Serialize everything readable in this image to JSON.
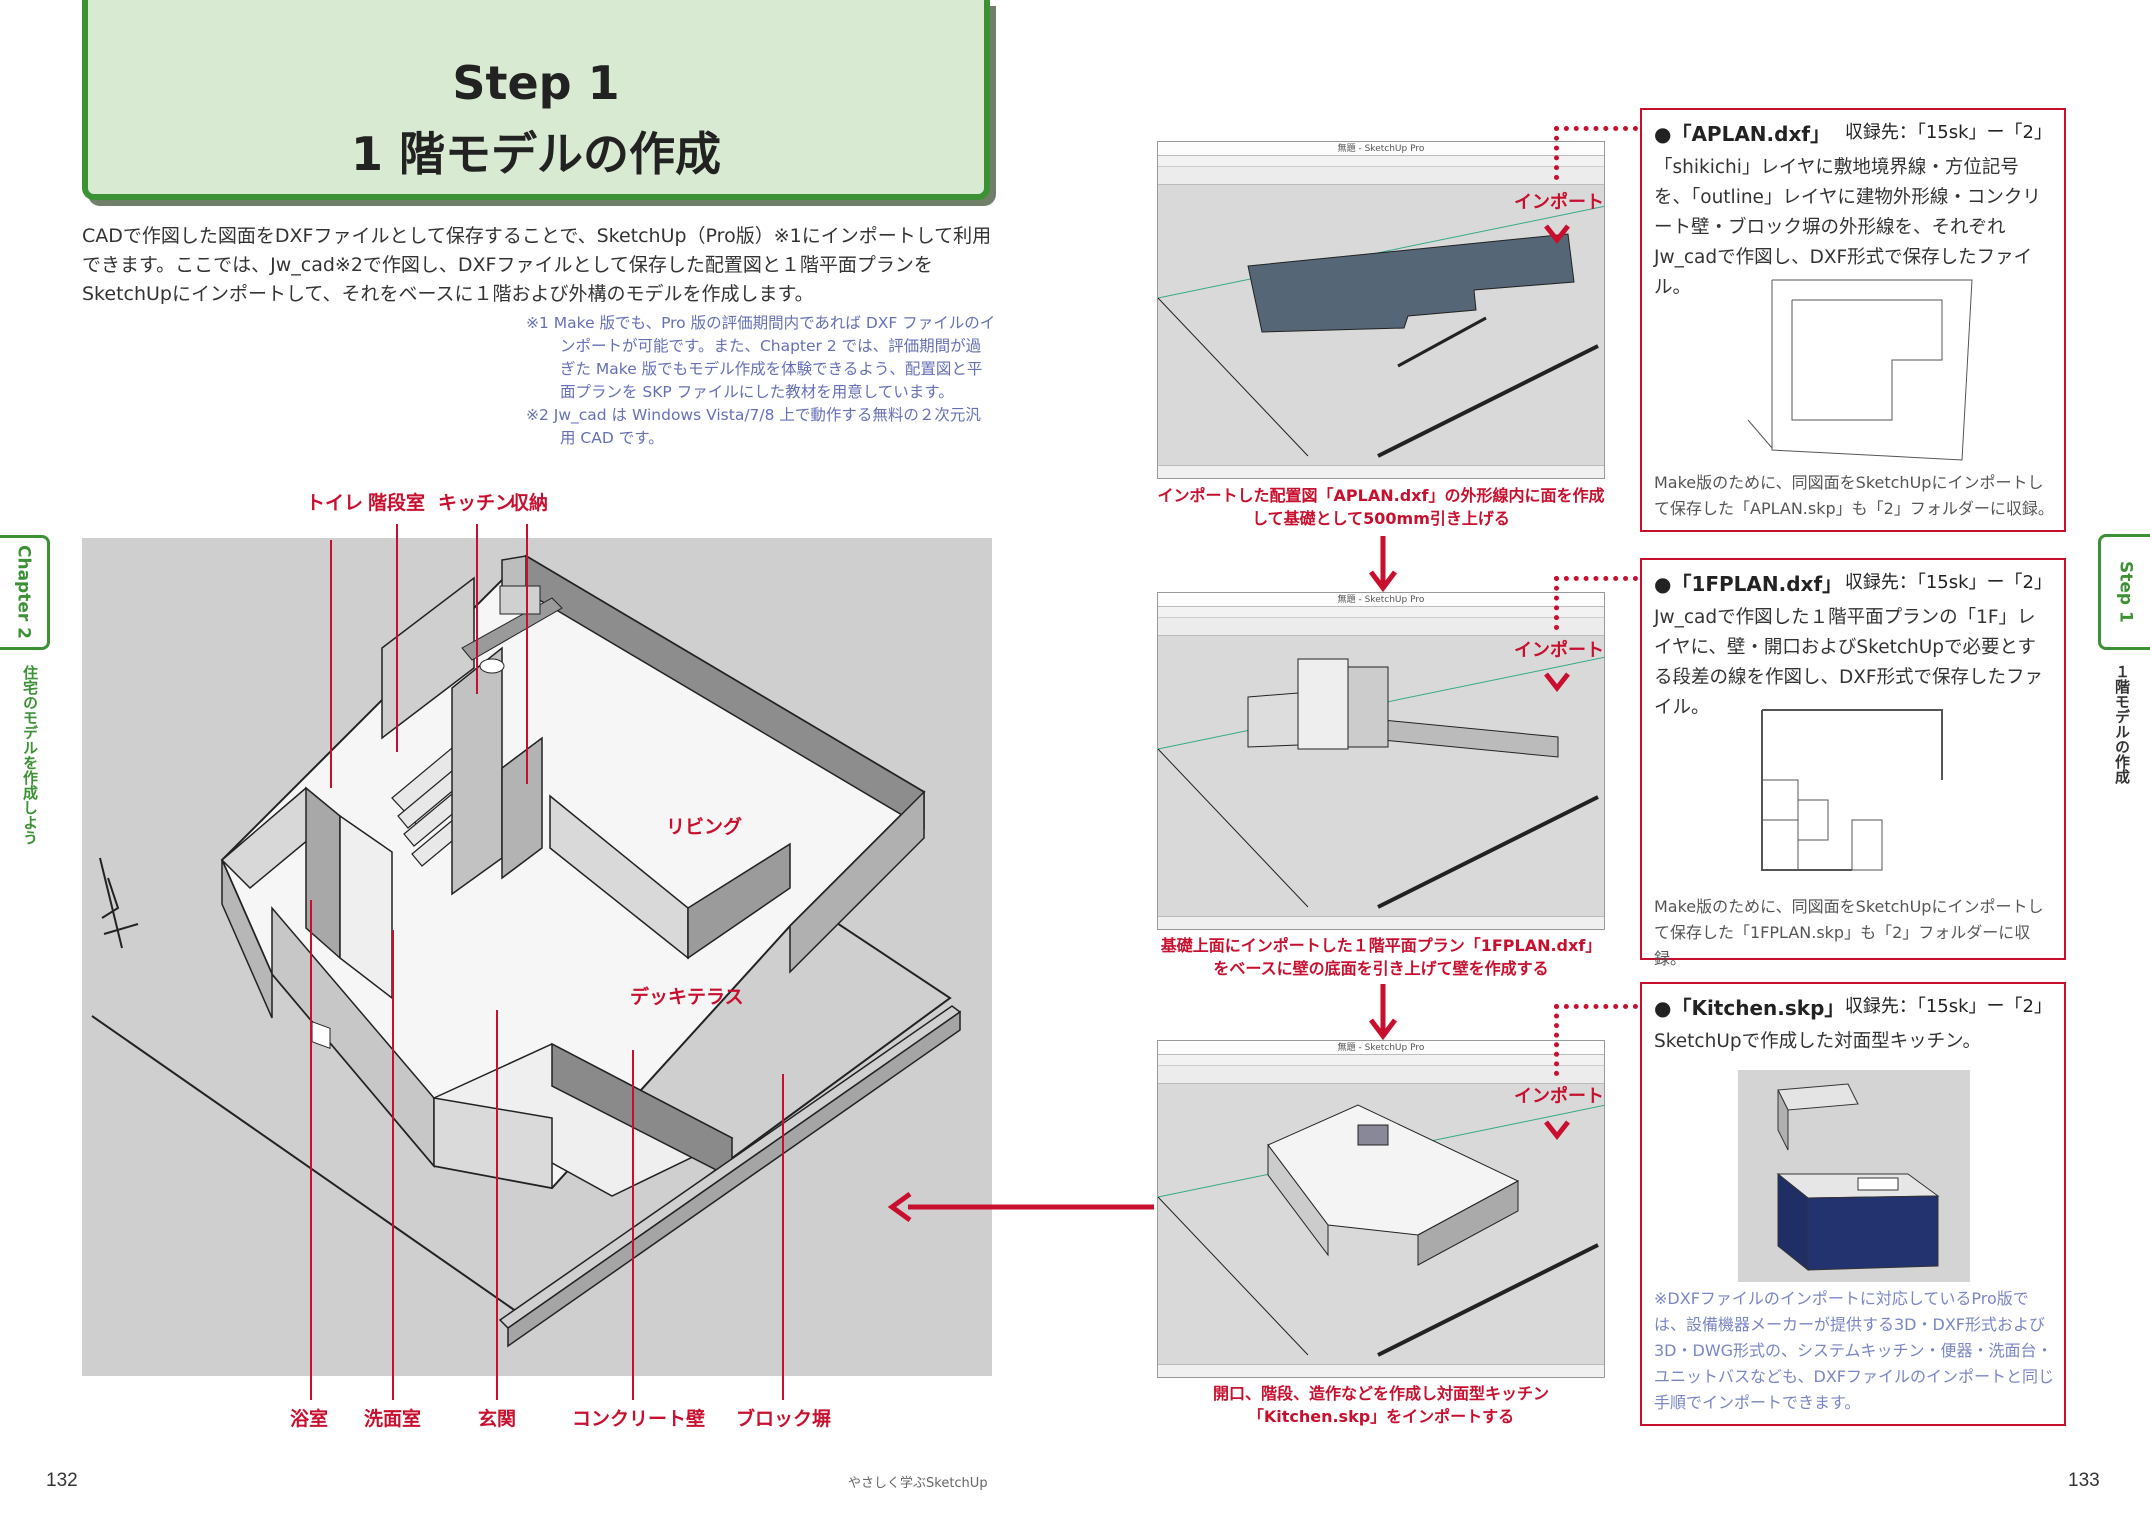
{
  "title": {
    "line1": "Step 1",
    "line2": "1 階モデルの作成"
  },
  "intro": "CADで作図した図面をDXFファイルとして保存することで、SketchUp（Pro版）※1にインポートして利用できます。ここでは、Jw_cad※2で作図し、DXFファイルとして保存した配置図と１階平面プランをSketchUpにインポートして、それをベースに１階および外構のモデルを作成します。",
  "notes": [
    "※1 Make 版でも、Pro 版の評価期間内であれば DXF ファイルのインポートが可能です。また、Chapter 2 では、評価期間が過ぎた Make 版でもモデル作成を体験できるよう、配置図と平面プランを SKP ファイルにした教材を用意しています。",
    "※2 Jw_cad は Windows Vista/7/8 上で動作する無料の２次元汎用 CAD です。"
  ],
  "left_tab": {
    "chapter": "Chapter 2",
    "subtitle": "住宅のモデルを作成しよう"
  },
  "right_tab": {
    "step": "Step 1",
    "subtitle": "１階モデルの作成"
  },
  "labels_top": [
    "トイレ",
    "階段室",
    "キッチン",
    "収納"
  ],
  "labels_bottom": [
    "浴室",
    "洗面室",
    "玄関",
    "コンクリート壁",
    "ブロック塀"
  ],
  "labels_inner": [
    "リビング",
    "デッキテラス"
  ],
  "screens": [
    {
      "title": "無題 - SketchUp Pro",
      "import_label": "インポート",
      "caption": "インポートした配置図「APLAN.dxf」の外形線内に面を作成して基礎として500mm引き上げる"
    },
    {
      "title": "無題 - SketchUp Pro",
      "import_label": "インポート",
      "caption": "基礎上面にインポートした１階平面プラン「1FPLAN.dxf」をベースに壁の底面を引き上げて壁を作成する"
    },
    {
      "title": "無題 - SketchUp Pro",
      "import_label": "インポート",
      "caption": "開口、階段、造作などを作成し対面型キッチン「Kitchen.skp」をインポートする"
    }
  ],
  "boxes": [
    {
      "name": "●「APLAN.dxf」",
      "location": "収録先：「15sk」ー「2」",
      "desc": "「shikichi」レイヤに敷地境界線・方位記号を、「outline」レイヤに建物外形線・コンクリート壁・ブロック塀の外形線を、それぞれJw_cadで作図し、DXF形式で保存したファイル。",
      "foot": "Make版のために、同図面をSketchUpにインポートして保存した「APLAN.skp」も「2」フォルダーに収録。"
    },
    {
      "name": "●「1FPLAN.dxf」",
      "location": "収録先：「15sk」ー「2」",
      "desc": "Jw_cadで作図した１階平面プランの「1F」レイヤに、壁・開口およびSketchUpで必要とする段差の線を作図し、DXF形式で保存したファイル。",
      "foot": "Make版のために、同図面をSketchUpにインポートして保存した「1FPLAN.skp」も「2」フォルダーに収録。"
    },
    {
      "name": "●「Kitchen.skp」",
      "location": "収録先：「15sk」ー「2」",
      "desc": "SketchUpで作成した対面型キッチン。",
      "note": "※DXFファイルのインポートに対応しているPro版では、設備機器メーカーが提供する3D・DXF形式および3D・DWG形式の、システムキッチン・便器・洗面台・ユニットバスなども、DXFファイルのインポートと同じ手順でインポートできます。"
    }
  ],
  "footer": {
    "left_page": "132",
    "book_title": "やさしく学ぶSketchUp",
    "right_page": "133"
  }
}
